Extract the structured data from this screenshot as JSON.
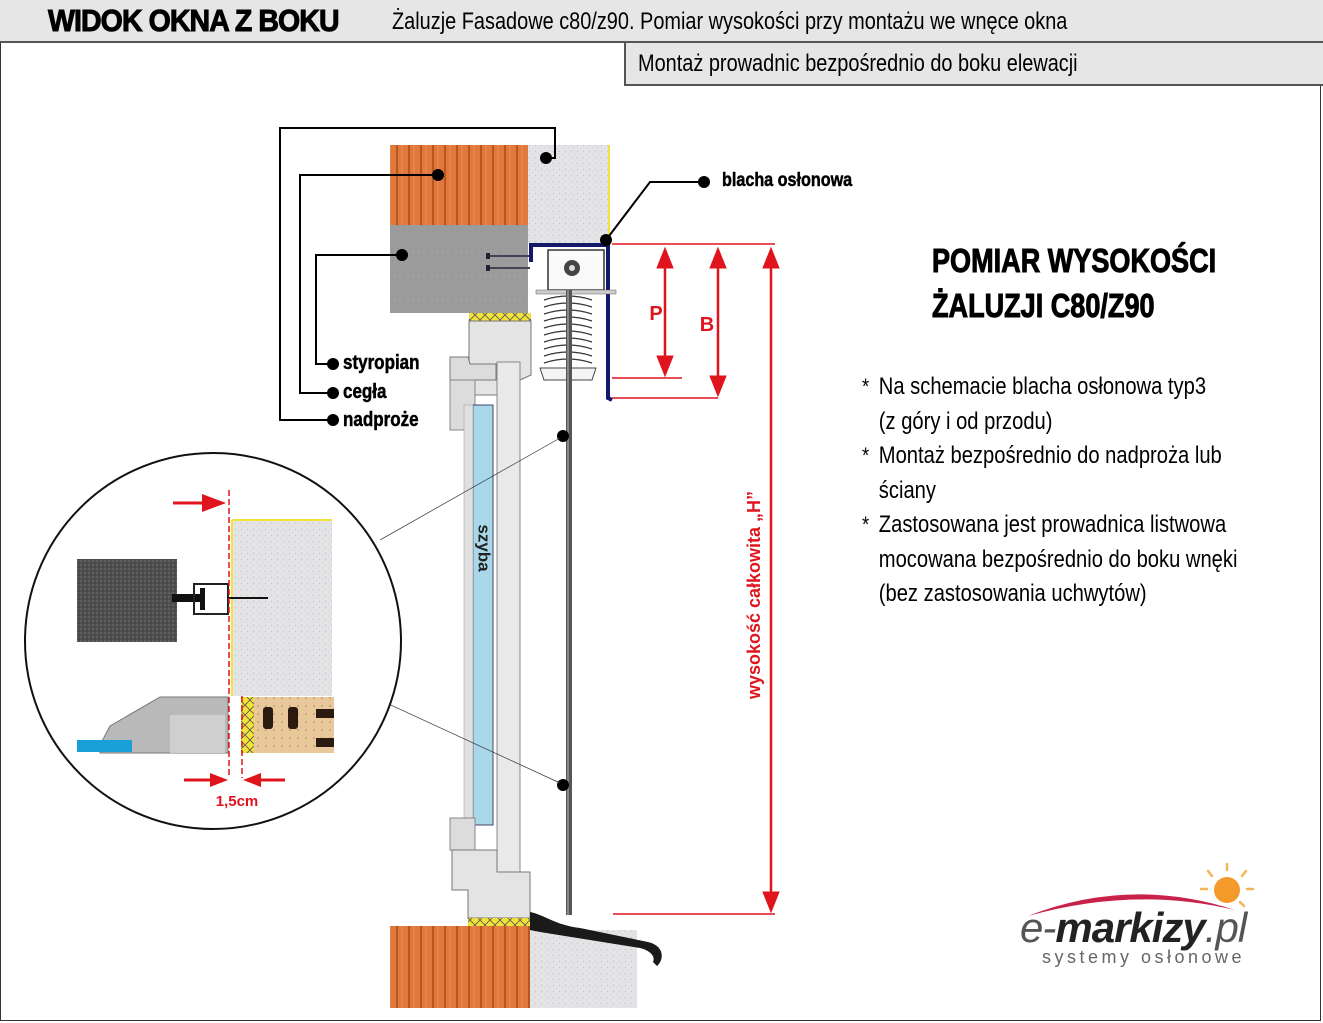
{
  "header": {
    "title": "WIDOK OKNA Z BOKU",
    "subtitle": "Żaluzje Fasadowe c80/z90.  Pomiar wysokości przy montażu we wnęce okna",
    "mounting_note": "Montaż prowadnic bezpośrednio do boku elewacji"
  },
  "diagram": {
    "labels": {
      "styropian": "styropian",
      "cegla": "cegła",
      "nadproze": "nadproże",
      "blacha": "blacha osłonowa",
      "szyba": "szyba",
      "height_total": "wysokość całkowita „H”",
      "dim_p": "P",
      "dim_b": "B",
      "offset": "1,5cm"
    }
  },
  "info": {
    "heading_line1": "POMIAR WYSOKOŚCI",
    "heading_line2": "ŻALUZJI C80/Z90",
    "notes": [
      {
        "line1": "Na schemacie blacha osłonowa typ3",
        "line2": "(z góry i od przodu)",
        "line3": ""
      },
      {
        "line1": "Montaż bezpośrednio do nadproża lub",
        "line2": "ściany",
        "line3": ""
      },
      {
        "line1": "Zastosowana jest prowadnica listwowa",
        "line2": "mocowana bezpośrednio do boku wnęki",
        "line3": "(bez zastosowania uchwytów)"
      }
    ],
    "bullet": "*"
  },
  "logo": {
    "brand_prefix": "e-",
    "brand_bold": "markizy",
    "brand_suffix": ".pl",
    "tagline": "systemy osłonowe"
  },
  "colors": {
    "brick": "#e07a3c",
    "concrete": "#9e9e9e",
    "styrofoam": "#e3e3e6",
    "dimension_red": "#e0141c",
    "cover_navy": "#14186a",
    "glass": "#a8d8ea",
    "insulation_yellow": "#f2e23a",
    "sun_orange": "#f39a2a",
    "swoosh": "#c8224a"
  }
}
